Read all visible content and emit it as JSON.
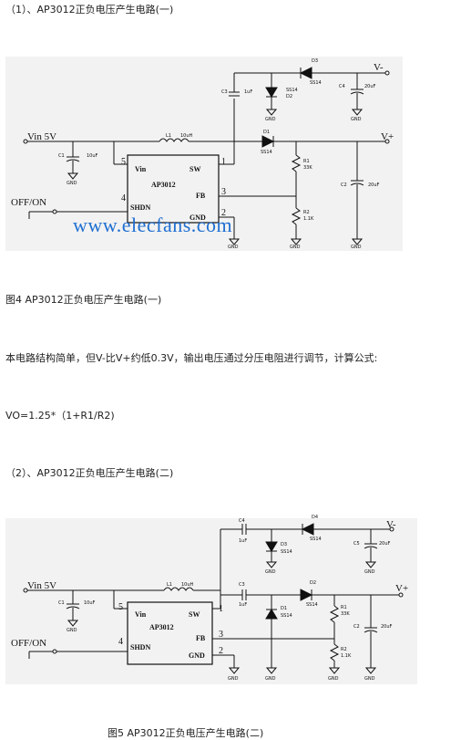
{
  "section1": {
    "heading": "（1）、AP3012正负电压产生电路(一)",
    "caption": "图4 AP3012正负电压产生电路(一)",
    "description": "本电路结构简单，但V-比V+约低0.3V，输出电压通过分压电阻进行调节，计算公式:",
    "formula": "VO=1.25*（1+R1/R2)"
  },
  "section2": {
    "heading": "（2）、AP3012正负电压产生电路(二)",
    "caption": "图5 AP3012正负电压产生电路(二)"
  },
  "circuit1": {
    "vin": "Vin 5V",
    "offon": "OFF/ON",
    "vneg": "V-",
    "vpos": "V+",
    "chip": "AP3012",
    "pin_vin": "Vin",
    "pin_sw": "SW",
    "pin_fb": "FB",
    "pin_shdn": "SHDN",
    "pin_gnd": "GND",
    "n1": "1",
    "n2": "2",
    "n3": "3",
    "n4": "4",
    "n5": "5",
    "l1": "L1",
    "l1v": "10uH",
    "d1": "D1",
    "d1v": "SS14",
    "d2": "D2",
    "d2v": "SS14",
    "d3": "D3",
    "d3v": "SS14",
    "c1": "C1",
    "c1v": "10uF",
    "c2": "C2",
    "c2v": "20uF",
    "c3": "C3",
    "c3v": "1uF",
    "c4": "C4",
    "c4v": "20uF",
    "r1": "R1",
    "r1v": "33K",
    "r2": "R2",
    "r2v": "1.1K",
    "gnd": "GND",
    "watermark": "www.elecfans.com"
  },
  "circuit2": {
    "vin": "Vin 5V",
    "offon": "OFF/ON",
    "vneg": "V-",
    "vpos": "V+",
    "chip": "AP3012",
    "pin_vin": "Vin",
    "pin_sw": "SW",
    "pin_fb": "FB",
    "pin_shdn": "SHDN",
    "pin_gnd": "GND",
    "n1": "1",
    "n2": "2",
    "n3": "3",
    "n4": "4",
    "n5": "5",
    "l1": "L1",
    "l1v": "10uH",
    "c1": "C1",
    "c1v": "10uF",
    "c2": "C2",
    "c2v": "20uF",
    "c3": "C3",
    "c3v": "1uF",
    "c4": "C4",
    "c4v": "1uF",
    "c5": "C5",
    "c5v": "20uF",
    "d1": "D1",
    "d1v": "SS14",
    "d2": "D2",
    "d2v": "SS14",
    "d3": "D3",
    "d3v": "SS14",
    "d4": "D4",
    "d4v": "SS14",
    "r1": "R1",
    "r1v": "33K",
    "r2": "R2",
    "r2v": "1.1K",
    "gnd": "GND"
  }
}
